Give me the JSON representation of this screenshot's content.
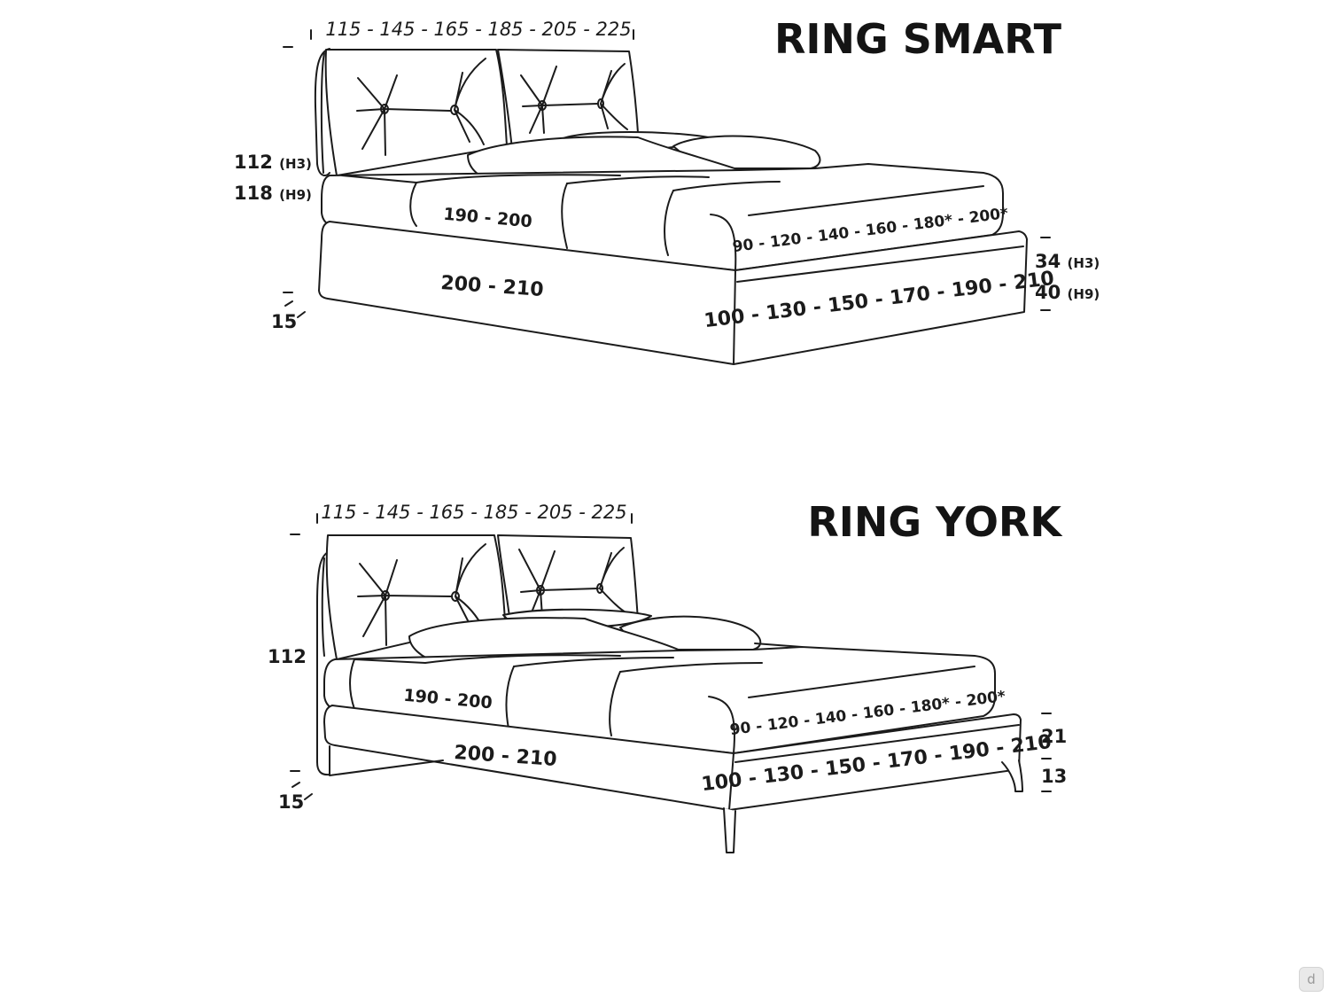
{
  "smart": {
    "title": "RING SMART",
    "width_dims": "115 - 145 - 165 - 185 - 205 - 225",
    "height_h3": "112",
    "height_h3_tag": "(H3)",
    "height_h9": "118",
    "height_h9_tag": "(H9)",
    "inner_length": "190 - 200",
    "inner_width": "90 - 120 - 140 - 160 - 180* - 200*",
    "outer_length": "200 - 210",
    "outer_width": "100 - 130 - 150 - 170 - 190 - 210",
    "base_h3": "34",
    "base_h3_tag": "(H3)",
    "base_h9": "40",
    "base_h9_tag": "(H9)",
    "headboard_depth": "15"
  },
  "york": {
    "title": "RING YORK",
    "width_dims": "115 - 145 - 165 - 185 - 205 - 225",
    "height": "112",
    "inner_length": "190 - 200",
    "inner_width": "90 - 120 - 140 - 160 - 180* - 200*",
    "outer_length": "200 - 210",
    "outer_width": "100 - 130 - 150 - 170 - 190 - 210",
    "frame_height": "21",
    "leg_height": "13",
    "headboard_depth": "15"
  },
  "brand_icon": "d"
}
